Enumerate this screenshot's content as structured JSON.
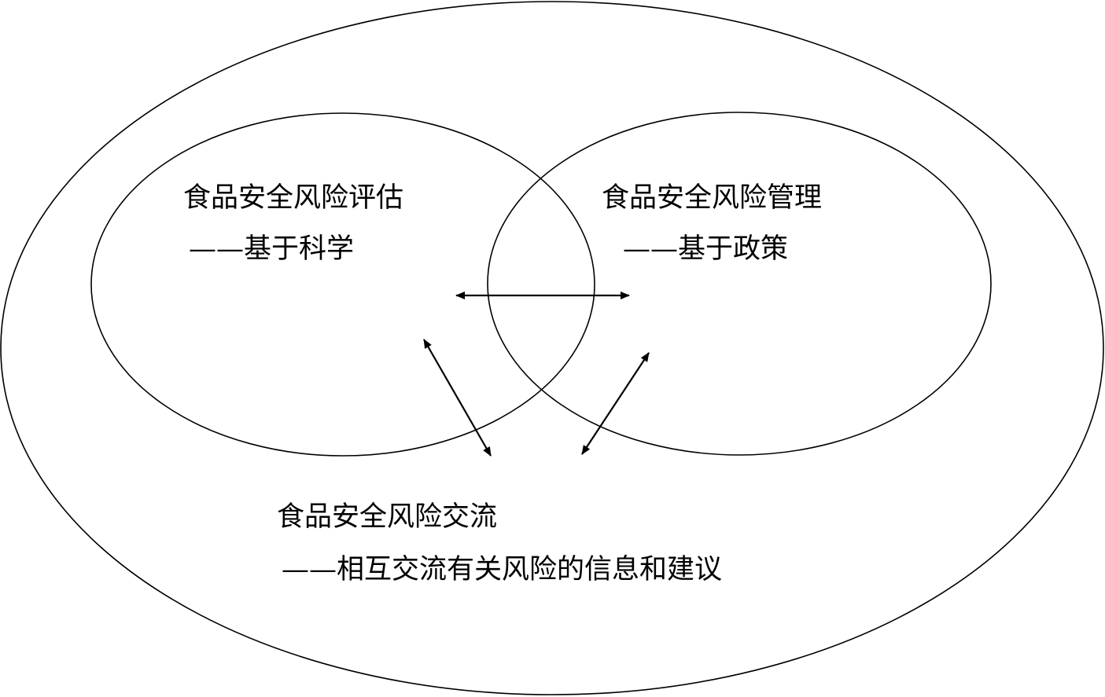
{
  "diagram": {
    "assessment": {
      "title": "食品安全风险评估",
      "subtitle": "——基于科学"
    },
    "management": {
      "title": "食品安全风险管理",
      "subtitle": "——基于政策"
    },
    "communication": {
      "title": "食品安全风险交流",
      "subtitle": "——相互交流有关风险的信息和建议"
    },
    "colors": {
      "stroke": "#000000",
      "background": "#ffffff"
    }
  }
}
